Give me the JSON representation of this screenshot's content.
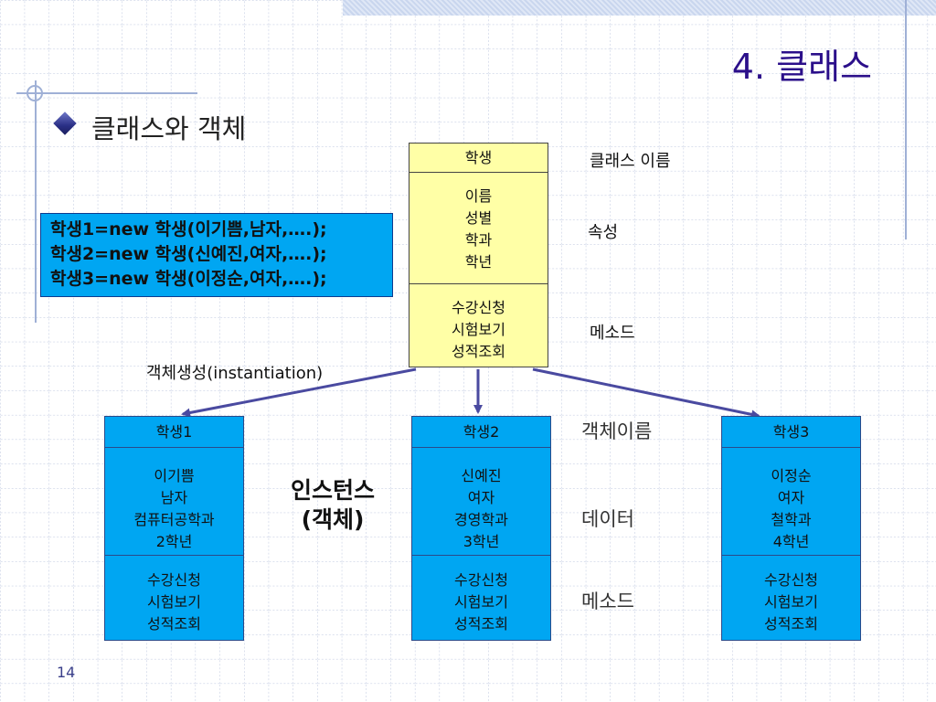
{
  "slide": {
    "title": "4. 클래스",
    "subtitle": "클래스와 객체",
    "page_number": "14"
  },
  "code_box": {
    "lines": [
      "학생1=new 학생(이기쁨,남자,….);",
      "학생2=new 학생(신예진,여자,….);",
      "학생3=new 학생(이정순,여자,….);"
    ]
  },
  "class_box": {
    "name": "학생",
    "attributes": [
      "이름",
      "성별",
      "학과",
      "학년"
    ],
    "methods": [
      "수강신청",
      "시험보기",
      "성적조회"
    ]
  },
  "labels": {
    "class_name": "클래스 이름",
    "attribute": "속성",
    "method": "메소드",
    "instantiation": "객체생성(instantiation)",
    "object_name": "객체이름",
    "data": "데이터",
    "method2": "메소드",
    "instance_line1": "인스턴스",
    "instance_line2": "(객체)"
  },
  "instances": [
    {
      "name": "학생1",
      "data": [
        "이기쁨",
        "남자",
        "컴퓨터공학과",
        "2학년"
      ],
      "methods": [
        "수강신청",
        "시험보기",
        "성적조회"
      ]
    },
    {
      "name": "학생2",
      "data": [
        "신예진",
        "여자",
        "경영학과",
        "3학년"
      ],
      "methods": [
        "수강신청",
        "시험보기",
        "성적조회"
      ]
    },
    {
      "name": "학생3",
      "data": [
        "이정순",
        "여자",
        "철학과",
        "4학년"
      ],
      "methods": [
        "수강신청",
        "시험보기",
        "성적조회"
      ]
    }
  ],
  "colors": {
    "class_fill": "#ffffa6",
    "instance_fill": "#00a6f2",
    "title_color": "#2b0f8a",
    "arrow_color": "#4a4aa0"
  }
}
